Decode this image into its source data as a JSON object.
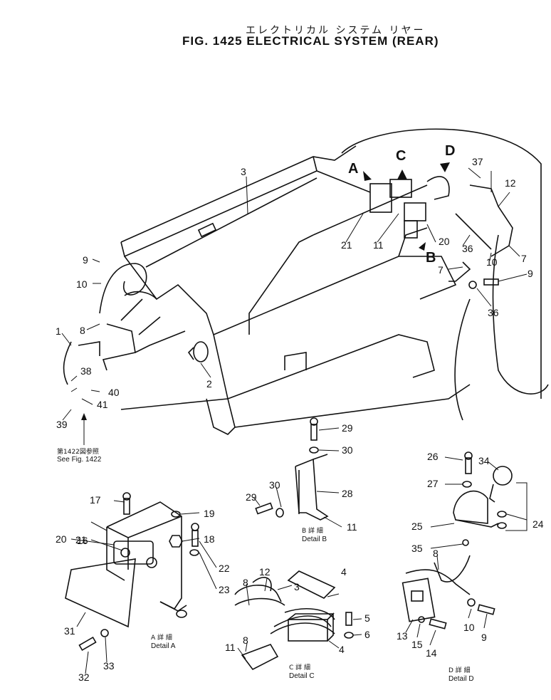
{
  "title": {
    "jp": "エレクトリカル システム リヤー",
    "en": "FIG. 1425  ELECTRICAL SYSTEM (REAR)"
  },
  "view_letters": {
    "a": "A",
    "b": "B",
    "c": "C",
    "d": "D"
  },
  "main_callouts": {
    "n1": "1",
    "n2": "2",
    "n3": "3",
    "n7a": "7",
    "n7b": "7",
    "n8": "8",
    "n9a": "9",
    "n9b": "9",
    "n10a": "10",
    "n10b": "10",
    "n11": "11",
    "n12": "12",
    "n20": "20",
    "n21": "21",
    "n36a": "36",
    "n36b": "36",
    "n37": "37",
    "n38": "38",
    "n39": "39",
    "n40": "40",
    "n41": "41"
  },
  "see_ref": {
    "jp": "第1422図参照",
    "en": "See  Fig. 1422"
  },
  "detail_a": {
    "callouts": {
      "n16": "16",
      "n17": "17",
      "n18": "18",
      "n19": "19",
      "n20": "20",
      "n21": "21",
      "n22": "22",
      "n23": "23",
      "n31": "31",
      "n32": "32",
      "n33": "33"
    },
    "caption_jp": "A 詳 細",
    "caption_en": "Detail  A"
  },
  "detail_b": {
    "callouts": {
      "n11": "11",
      "n28": "28",
      "n29a": "29",
      "n29b": "29",
      "n30a": "30",
      "n30b": "30"
    },
    "caption_jp": "B 詳 細",
    "caption_en": "Detail  B"
  },
  "detail_c": {
    "callouts": {
      "n3": "3",
      "n4a": "4",
      "n4b": "4",
      "n5": "5",
      "n6": "6",
      "n8a": "8",
      "n8b": "8",
      "n11": "11",
      "n12": "12"
    },
    "caption_jp": "C 詳 細",
    "caption_en": "Detail  C"
  },
  "detail_d": {
    "callouts": {
      "n8": "8",
      "n9": "9",
      "n10": "10",
      "n13": "13",
      "n14": "14",
      "n15": "15",
      "n24": "24",
      "n25": "25",
      "n26": "26",
      "n27": "27",
      "n34": "34",
      "n35": "35"
    },
    "caption_jp": "D 詳 細",
    "caption_en": "Detail  D"
  }
}
